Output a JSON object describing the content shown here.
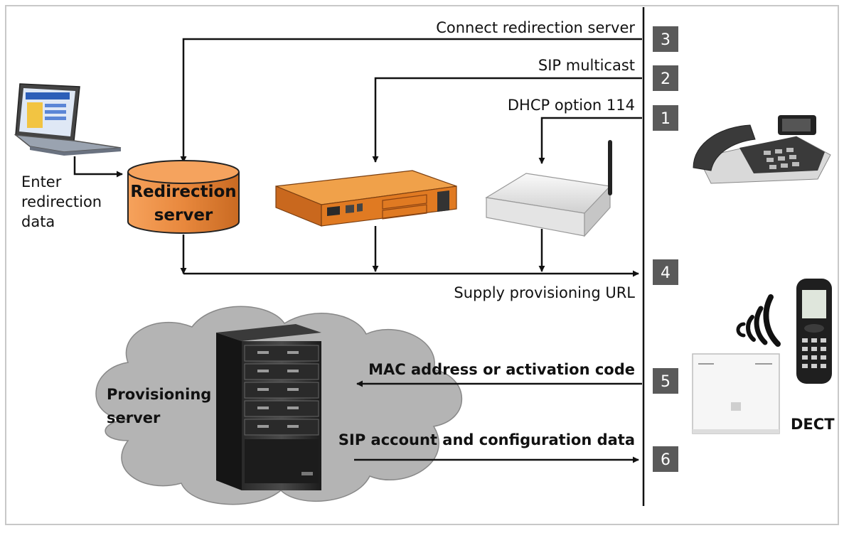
{
  "steps": {
    "s1": {
      "number": "1",
      "label": "DHCP option 114"
    },
    "s2": {
      "number": "2",
      "label": "SIP multicast"
    },
    "s3": {
      "number": "3",
      "label": "Connect redirection server"
    },
    "s4": {
      "number": "4",
      "label": "Supply provisioning URL"
    },
    "s5": {
      "number": "5",
      "label": "MAC address or activation code"
    },
    "s6": {
      "number": "6",
      "label": "SIP account and configuration data"
    }
  },
  "laptop_label": [
    "Enter",
    "redirection",
    "data"
  ],
  "redirection_server": [
    "Redirection",
    "server"
  ],
  "provisioning_server": [
    "Provisioning",
    "server"
  ],
  "dect_label": "DECT",
  "colors": {
    "line": "#111111",
    "badge": "#5a5a5a",
    "cylinder": "#e8883d",
    "cloud": "#b4b4b4",
    "device_orange": "#e07a22"
  }
}
